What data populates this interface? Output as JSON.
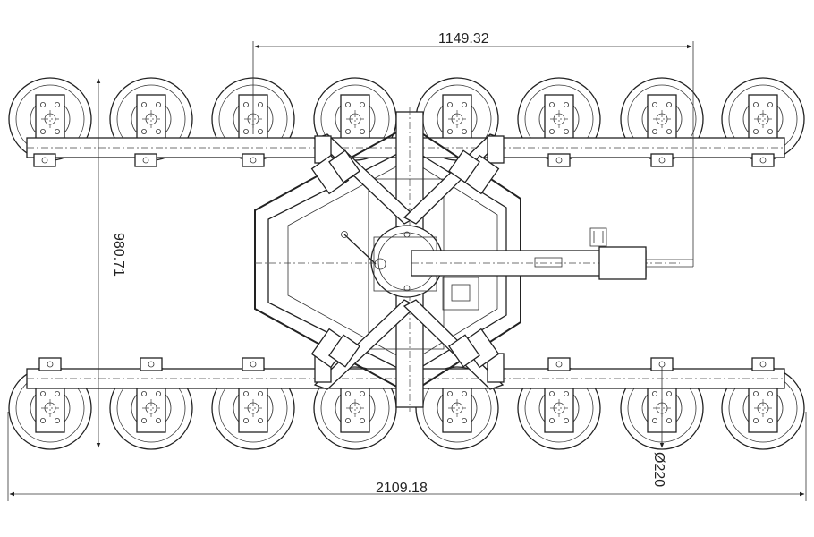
{
  "dimensions": {
    "top_width": "1149.32",
    "side_height": "980.71",
    "overall_width": "2109.18",
    "wheel_diameter": "Ø220"
  },
  "wheel_rows": {
    "top_count": 8,
    "bottom_count": 8
  }
}
